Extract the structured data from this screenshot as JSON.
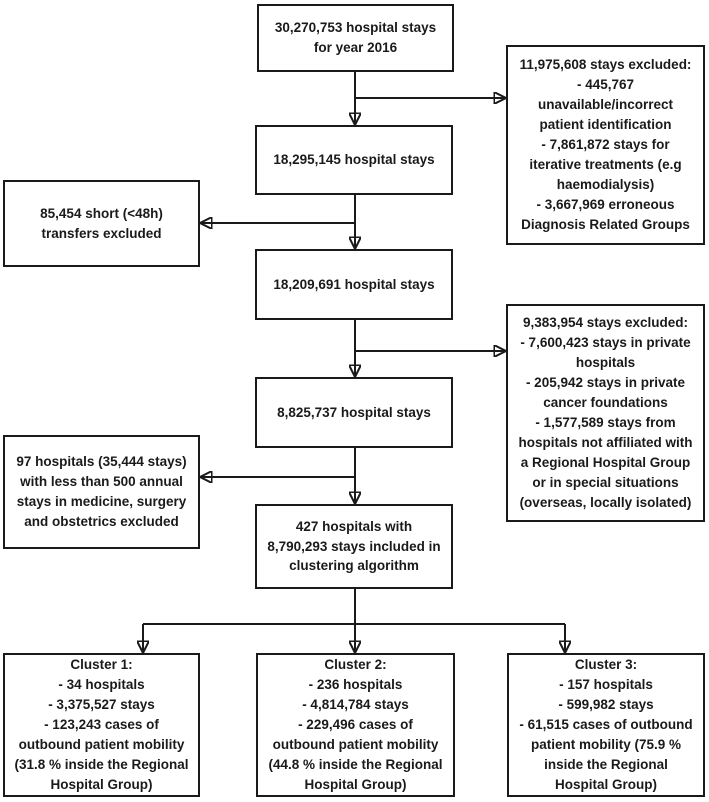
{
  "diagram": {
    "boxes": {
      "total": "30,270,753 hospital stays\nfor year 2016",
      "excluded_identification": "11,975,608 stays excluded:\n- 445,767\nunavailable/incorrect\npatient identification\n- 7,861,872 stays for\niterative treatments (e.g\nhaemodialysis)\n- 3,667,969 erroneous\nDiagnosis Related Groups",
      "stays_after_identification": "18,295,145 hospital stays",
      "short_transfers_excluded": "85,454 short (<48h)\ntransfers excluded",
      "stays_after_transfers": "18,209,691 hospital stays",
      "excluded_private": "9,383,954 stays excluded:\n- 7,600,423 stays in private\nhospitals\n- 205,942 stays in private\ncancer foundations\n- 1,577,589 stays from\nhospitals not affiliated with\na Regional Hospital Group\nor in special situations\n(overseas, locally isolated)",
      "stays_after_private": "8,825,737 hospital stays",
      "small_hospitals_excluded": "97 hospitals (35,444 stays)\nwith less than 500 annual\nstays in medicine, surgery\nand obstetrics excluded",
      "clustering_included": "427 hospitals with\n8,790,293 stays included in\nclustering algorithm",
      "cluster1": "Cluster 1:\n- 34 hospitals\n- 3,375,527 stays\n- 123,243 cases of\noutbound patient mobility\n(31.8 % inside the Regional\nHospital Group)",
      "cluster2": "Cluster 2:\n- 236 hospitals\n- 4,814,784 stays\n- 229,496 cases of\noutbound patient mobility\n(44.8 % inside the Regional\nHospital Group)",
      "cluster3": "Cluster 3:\n- 157 hospitals\n- 599,982 stays\n- 61,515 cases of outbound\npatient mobility (75.9 %\ninside the Regional\nHospital Group)"
    },
    "colors": {
      "border": "#1a1a1a",
      "text": "#1a1a1a",
      "background": "#ffffff"
    }
  }
}
